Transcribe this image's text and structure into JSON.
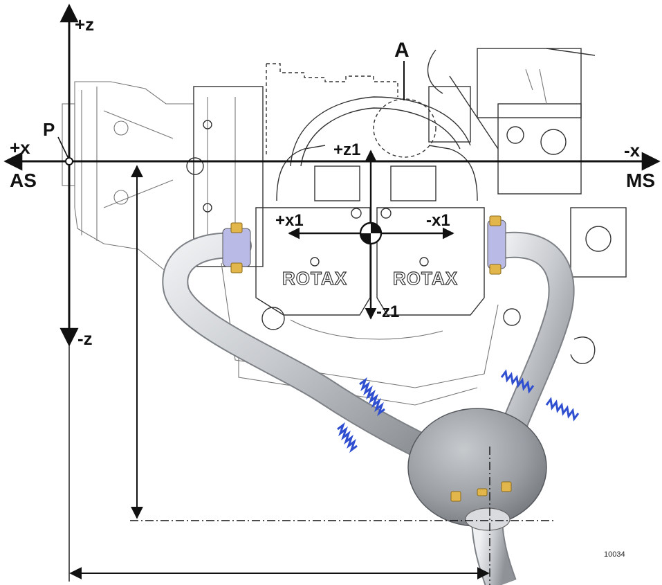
{
  "labels": {
    "plus_z": "+z",
    "minus_z": "-z",
    "plus_x": "+x",
    "minus_x": "-x",
    "as": "AS",
    "ms": "MS",
    "p": "P",
    "a": "A",
    "plus_z1": "+z1",
    "minus_z1": "-z1",
    "plus_x1": "+x1",
    "minus_x1": "-x1",
    "brand_left": "ROTAX",
    "brand_right": "ROTAX",
    "figure_number": "10034"
  },
  "colors": {
    "axis": "#111111",
    "exhaust_pipe": "#c9ccd0",
    "muffler": "#9a9ea3",
    "spring": "#2f4fd0",
    "flange": "#b9bbe6",
    "nut": "#e2b64a"
  }
}
